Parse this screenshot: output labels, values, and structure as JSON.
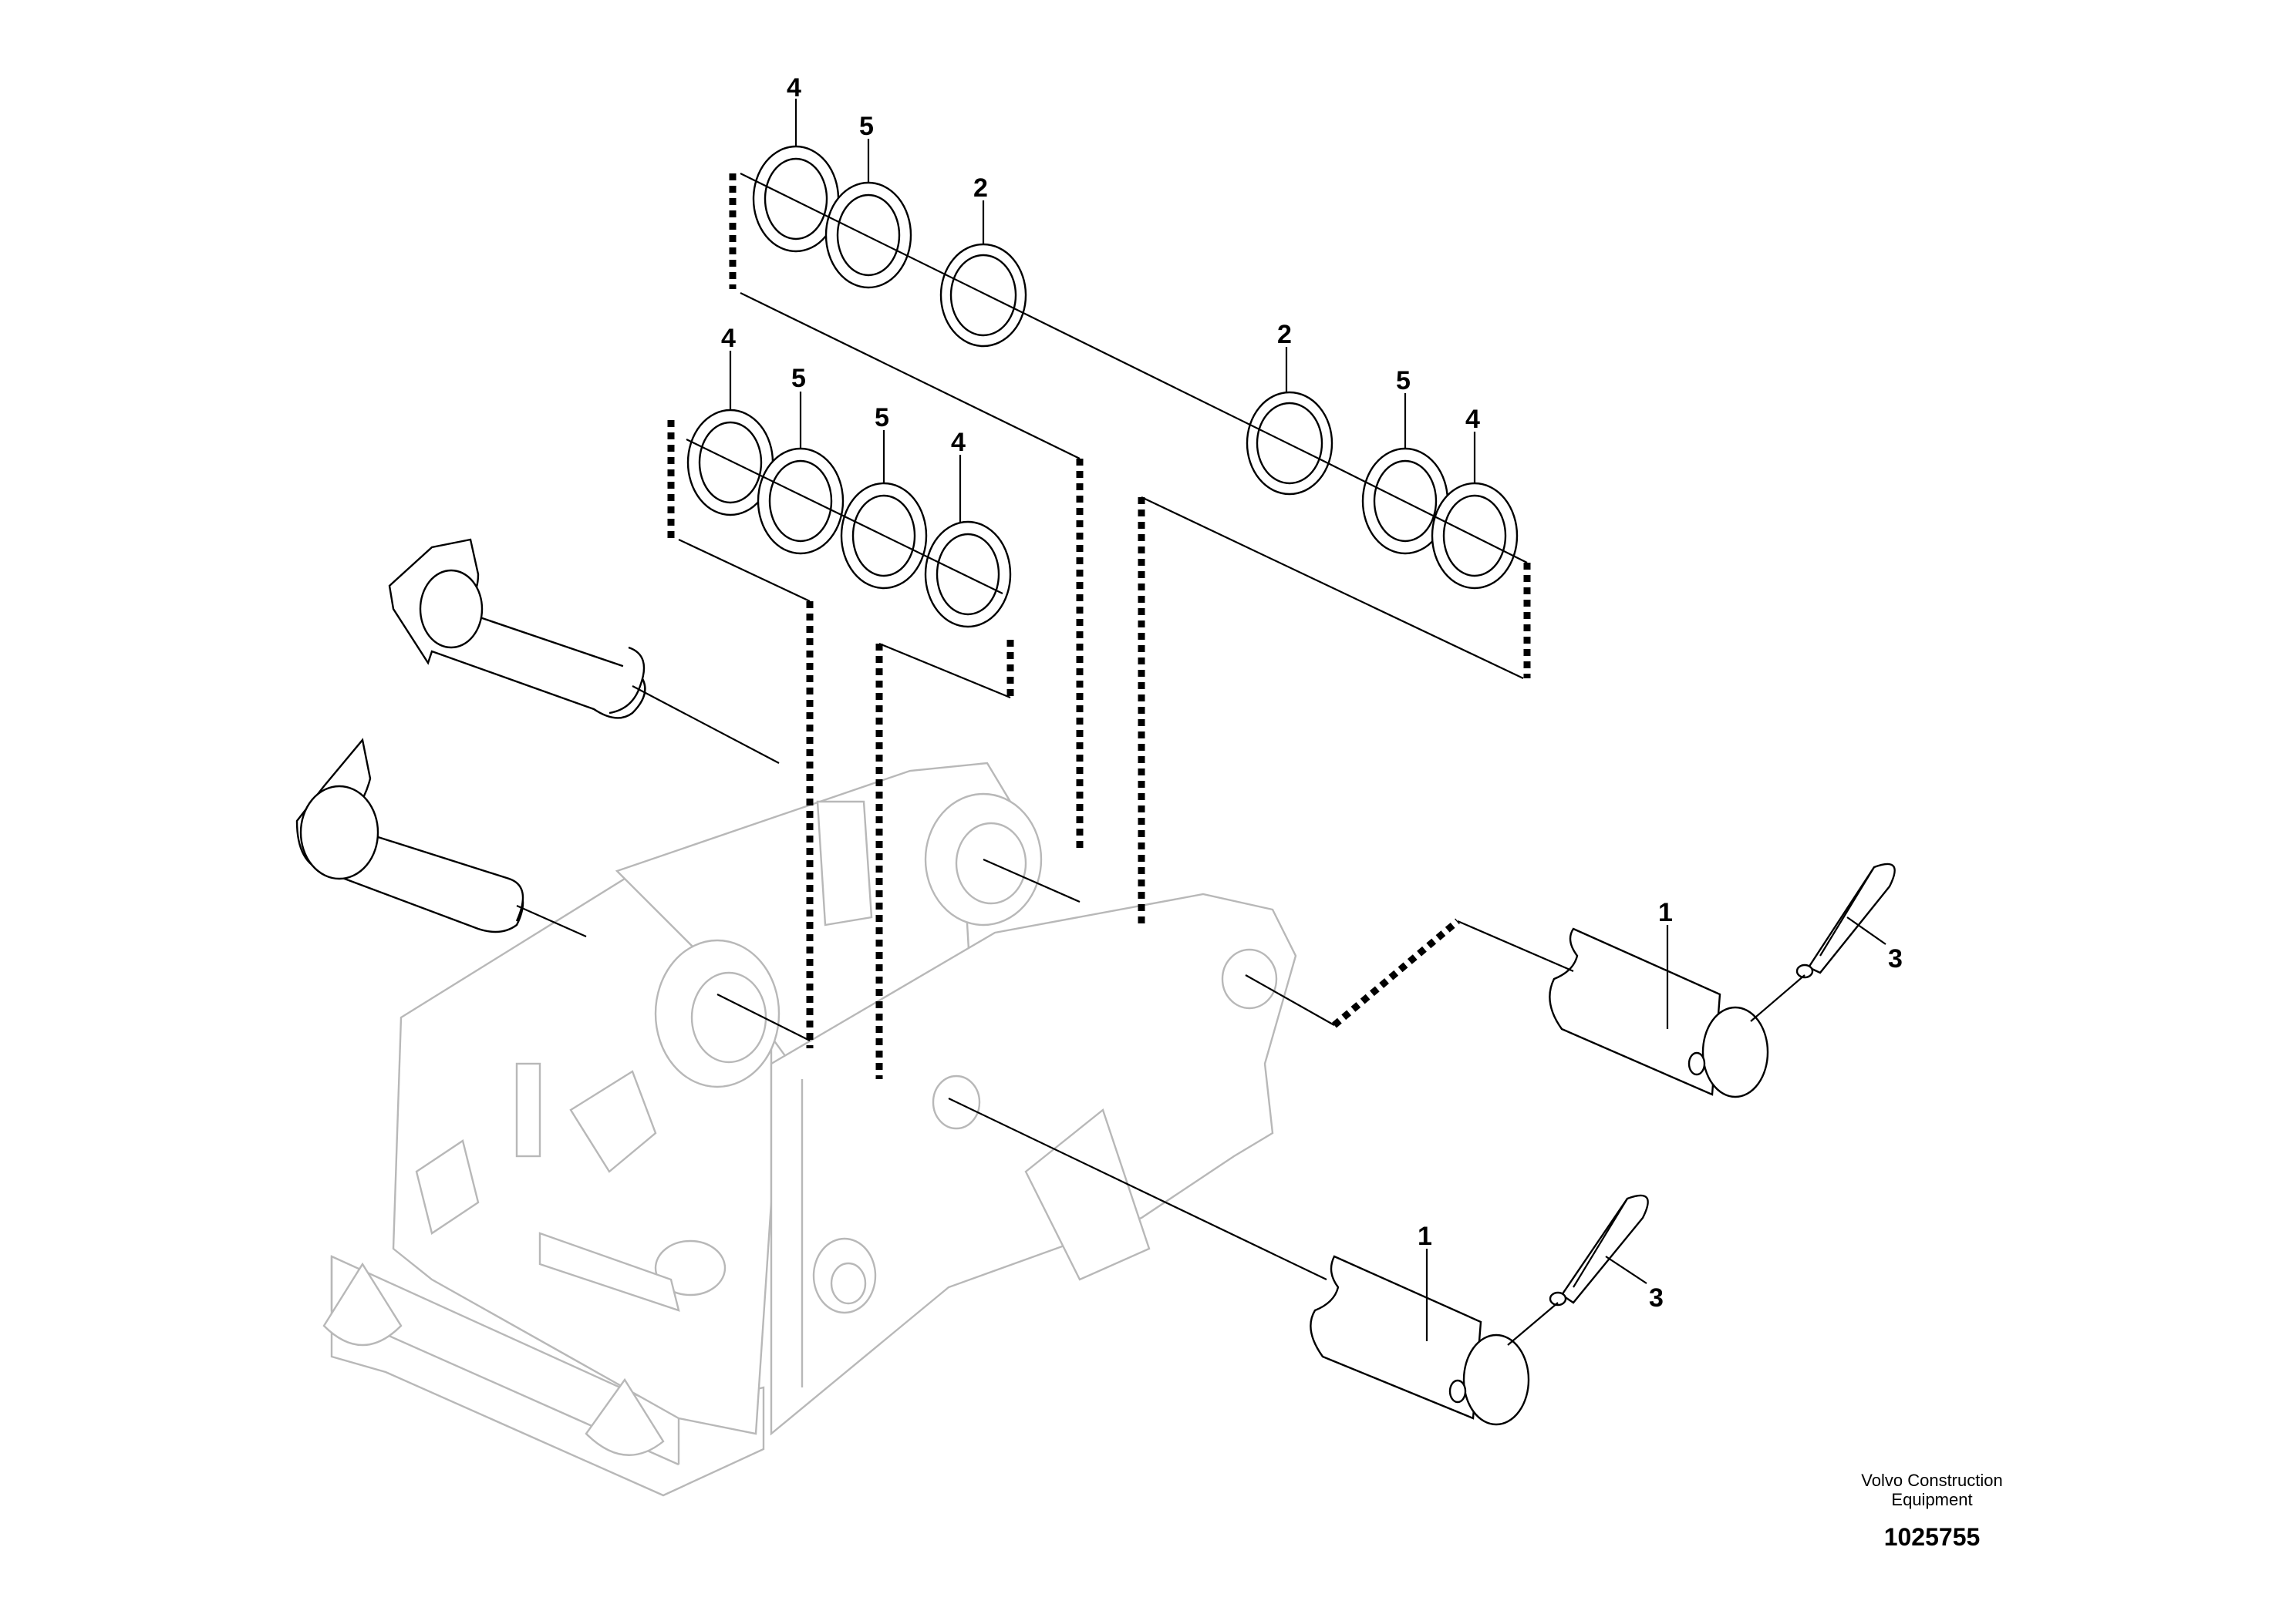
{
  "callouts": [
    {
      "id": "c4a",
      "label": "4"
    },
    {
      "id": "c5a",
      "label": "5"
    },
    {
      "id": "c2a",
      "label": "2"
    },
    {
      "id": "c4b",
      "label": "4"
    },
    {
      "id": "c5b",
      "label": "5"
    },
    {
      "id": "c5c",
      "label": "5"
    },
    {
      "id": "c4c",
      "label": "4"
    },
    {
      "id": "c2b",
      "label": "2"
    },
    {
      "id": "c5d",
      "label": "5"
    },
    {
      "id": "c4d",
      "label": "4"
    },
    {
      "id": "c1a",
      "label": "1"
    },
    {
      "id": "c3a",
      "label": "3"
    },
    {
      "id": "c1b",
      "label": "1"
    },
    {
      "id": "c3b",
      "label": "3"
    }
  ],
  "footer": {
    "manufacturer_line1": "Volvo Construction",
    "manufacturer_line2": "Equipment",
    "document_number": "1025755"
  }
}
